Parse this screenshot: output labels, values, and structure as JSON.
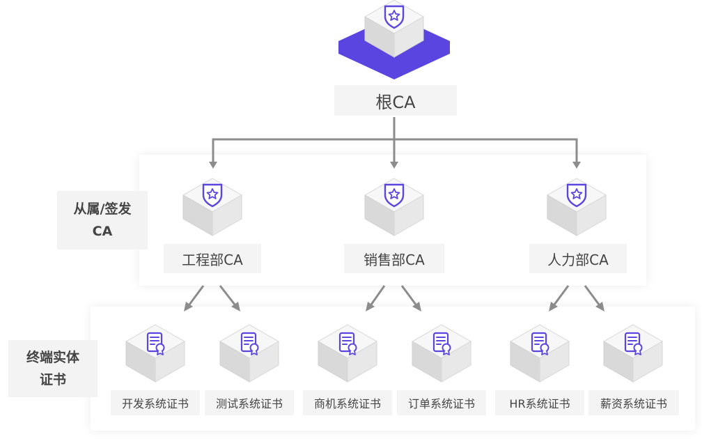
{
  "root": {
    "label": "根CA"
  },
  "tiers": [
    {
      "line1": "从属/签发",
      "line2": "CA"
    },
    {
      "line1": "终端实体",
      "line2": "证书"
    }
  ],
  "subordinate_cas": [
    {
      "label": "工程部CA"
    },
    {
      "label": "销售部CA"
    },
    {
      "label": "人力部CA"
    }
  ],
  "certificates": [
    {
      "label": "开发系统证书"
    },
    {
      "label": "测试系统证书"
    },
    {
      "label": "商机系统证书"
    },
    {
      "label": "订单系统证书"
    },
    {
      "label": "HR系统证书"
    },
    {
      "label": "薪资系统证书"
    }
  ],
  "colors": {
    "accent": "#5b45e0",
    "arrow": "#8c8c8c",
    "cube_top": "#f7f7f7",
    "cube_left": "#d9d9d9",
    "cube_right": "#e6e6e6",
    "label_bg": "#f4f4f4"
  },
  "icons": {
    "ca": "shield-star-icon",
    "certificate": "certificate-icon"
  }
}
